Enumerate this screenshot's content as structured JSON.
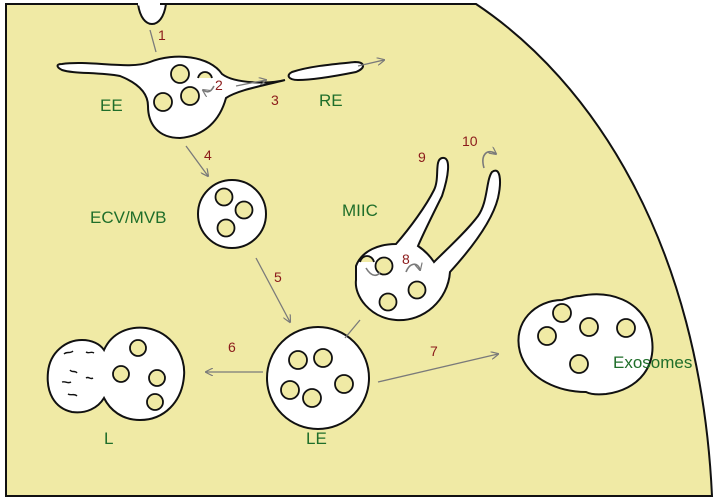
{
  "labels": {
    "ee": "EE",
    "re": "RE",
    "ecv_mvb": "ECV/MVB",
    "miic": "MIIC",
    "lysosome": "L",
    "le": "LE",
    "exosomes": "Exosomes"
  },
  "steps": {
    "s1": "1",
    "s2": "2",
    "s3": "3",
    "s4": "4",
    "s5": "5",
    "s6": "6",
    "s7": "7",
    "s8": "8",
    "s9": "9",
    "s10": "10"
  },
  "colors": {
    "cytoplasm": "#f0eaa5",
    "outline": "#111111",
    "label_green": "#1f6e2a",
    "step_red": "#8b1a1a",
    "arrow_gray": "#7a7a7a"
  }
}
